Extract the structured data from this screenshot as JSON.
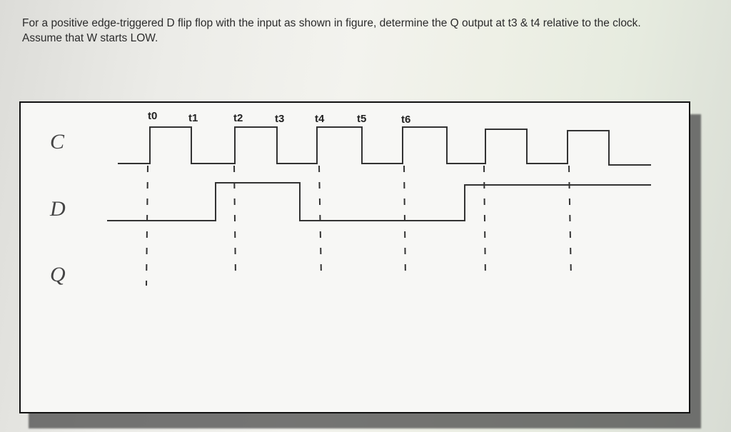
{
  "question": {
    "line1": "For a positive edge-triggered D flip flop with the input as shown in figure, determine the Q output at t3 & t4 relative to the clock.",
    "line2": "Assume that W starts LOW."
  },
  "signals": {
    "clock": "C",
    "data": "D",
    "output": "Q"
  },
  "time_labels": [
    "t0",
    "t1",
    "t2",
    "t3",
    "t4",
    "t5",
    "t6"
  ]
}
